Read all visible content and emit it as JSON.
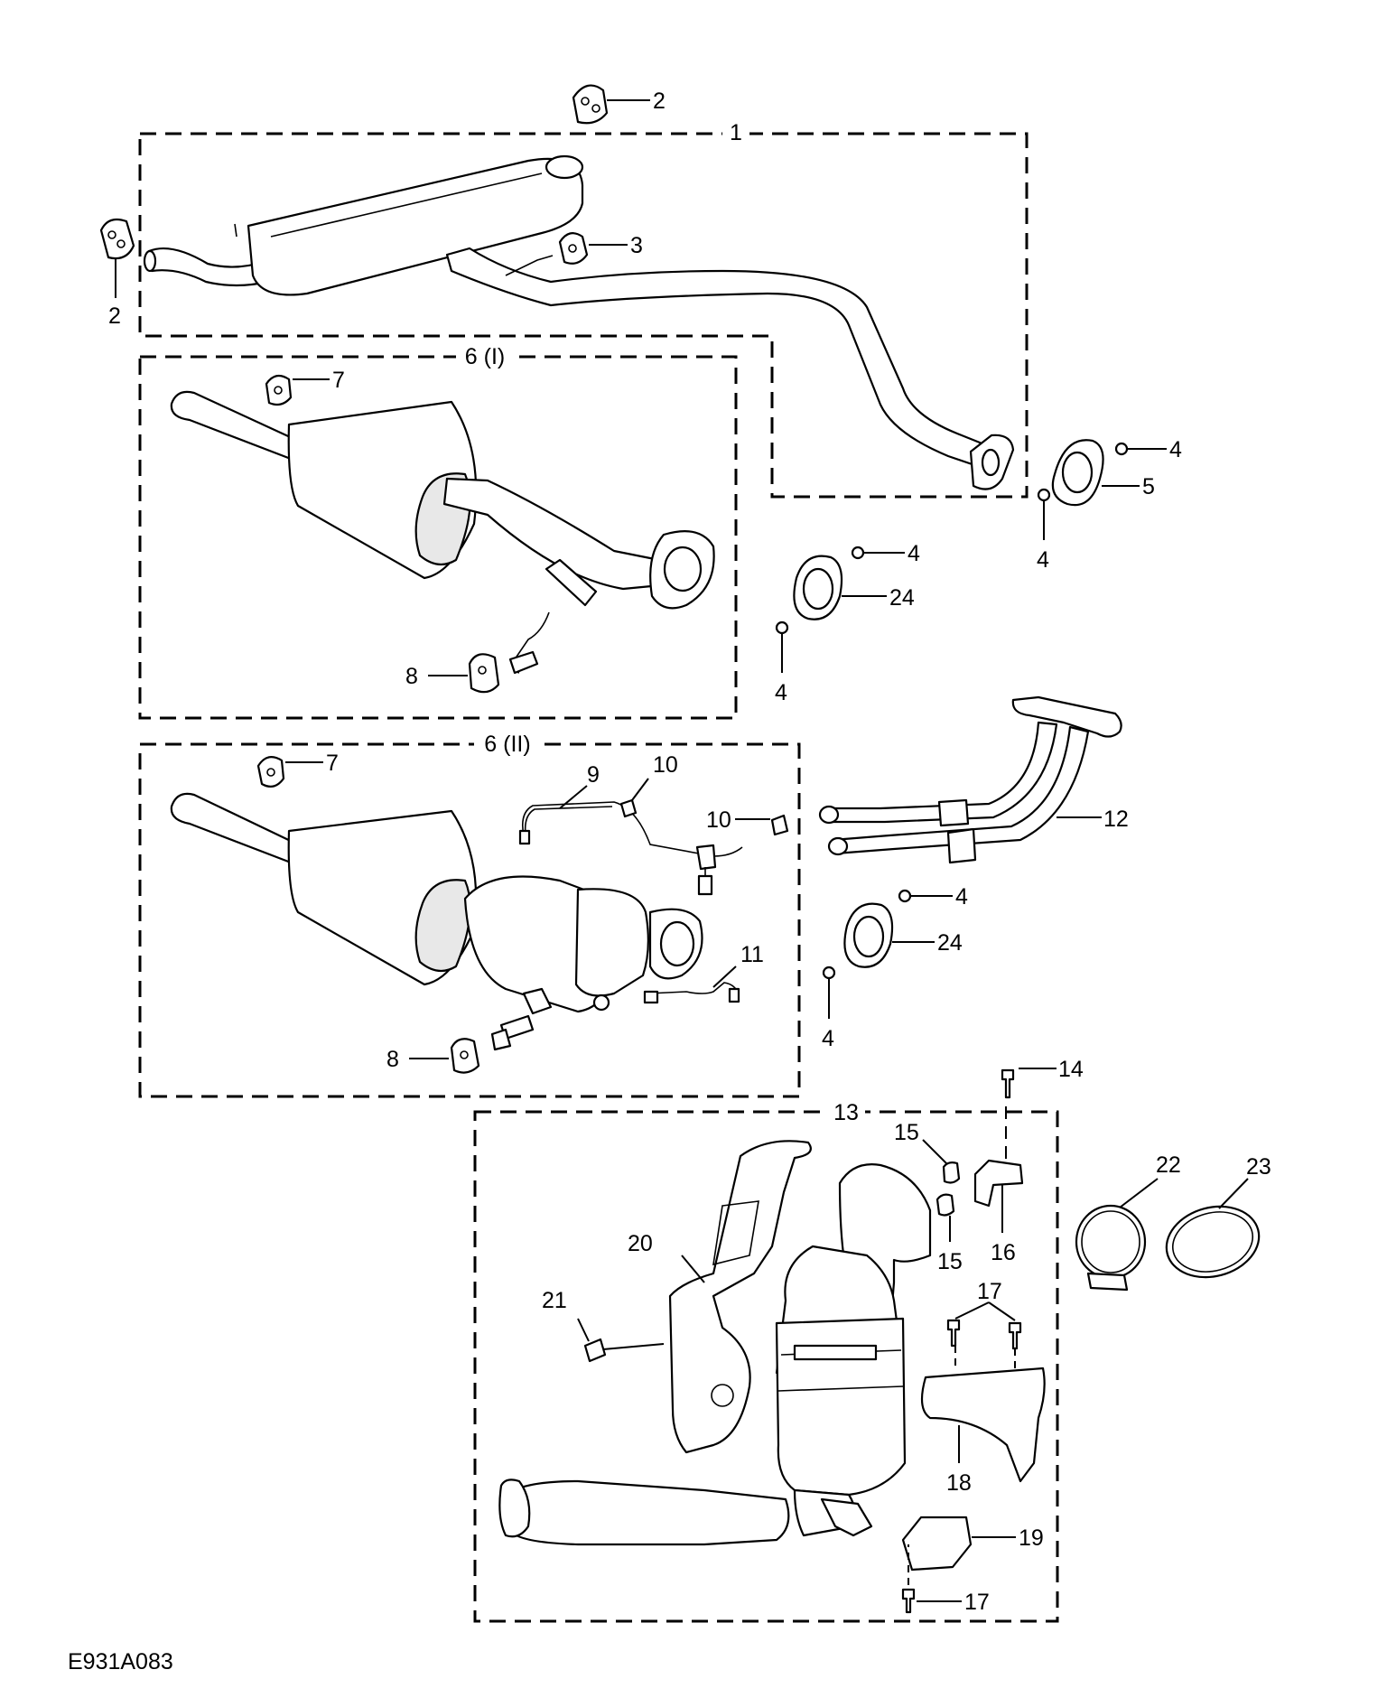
{
  "figure_code": "E931A083",
  "groups": [
    {
      "id": "assembly-1",
      "label": "1"
    },
    {
      "id": "assembly-6-i",
      "label": "6 (I)"
    },
    {
      "id": "assembly-6-ii",
      "label": "6 (II)"
    },
    {
      "id": "assembly-13",
      "label": "13"
    }
  ],
  "callouts": {
    "c2a": "2",
    "c2b": "2",
    "c3": "3",
    "c4a": "4",
    "c4b": "4",
    "c4c": "4",
    "c4d": "4",
    "c4e": "4",
    "c4f": "4",
    "c5": "5",
    "c7a": "7",
    "c7b": "7",
    "c8a": "8",
    "c8b": "8",
    "c9": "9",
    "c10a": "10",
    "c10b": "10",
    "c11": "11",
    "c12": "12",
    "c14": "14",
    "c15a": "15",
    "c15b": "15",
    "c16": "16",
    "c17a": "17",
    "c17b": "17",
    "c18": "18",
    "c19": "19",
    "c20": "20",
    "c21": "21",
    "c22": "22",
    "c23": "23",
    "c24a": "24",
    "c24b": "24"
  }
}
